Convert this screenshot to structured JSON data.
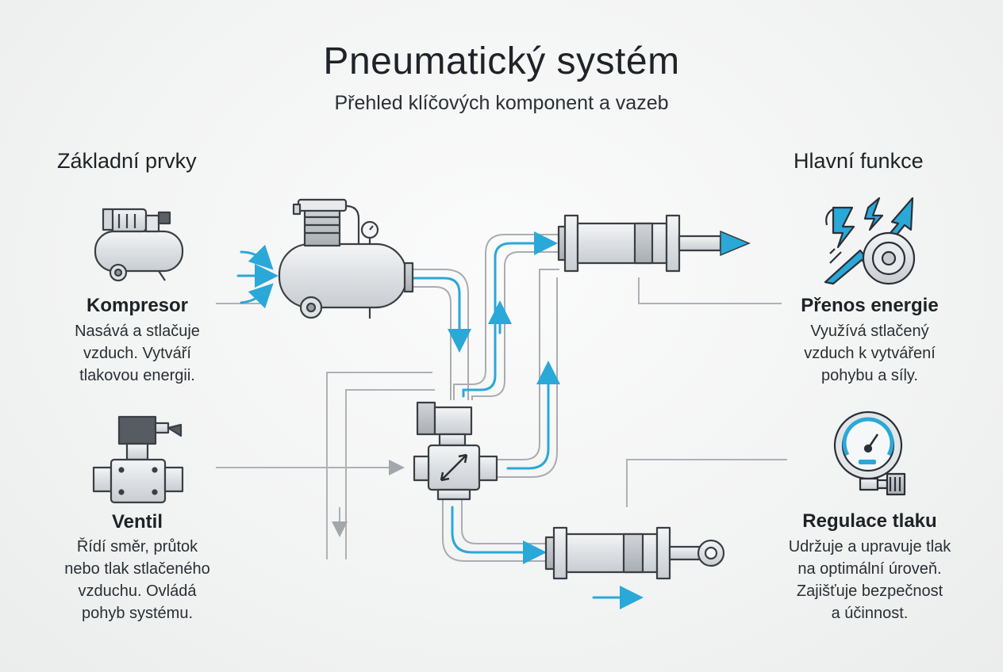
{
  "header": {
    "title": "Pneumatický systém",
    "subtitle": "Přehled klíčových komponent a vazeb"
  },
  "left_column": {
    "heading": "Základní prvky",
    "items": [
      {
        "icon": "compressor-icon",
        "title": "Kompresor",
        "description": "Nasává a stlačuje\nvzduch. Vytváří\ntlakovou energii."
      },
      {
        "icon": "valve-icon",
        "title": "Ventil",
        "description": "Řídí směr, průtok\nnebo tlak stlačeného\nvzduchu. Ovládá\npohyb systému."
      }
    ]
  },
  "right_column": {
    "heading": "Hlavní funkce",
    "items": [
      {
        "icon": "energy-transfer-icon",
        "title": "Přenos energie",
        "description": "Využívá stlačený\nvzduch k vytváření\npohybu a síly."
      },
      {
        "icon": "pressure-gauge-icon",
        "title": "Regulace tlaku",
        "description": "Udržuje a upravuje tlak\nna optimální úroveň.\nZajišťuje bezpečnost\na účinnost."
      }
    ]
  },
  "colors": {
    "flow_accent": "#2aa8d8",
    "line_gray": "#a9adb1",
    "outline": "#3a3f44",
    "metal_fill": "#e6e8ea"
  }
}
